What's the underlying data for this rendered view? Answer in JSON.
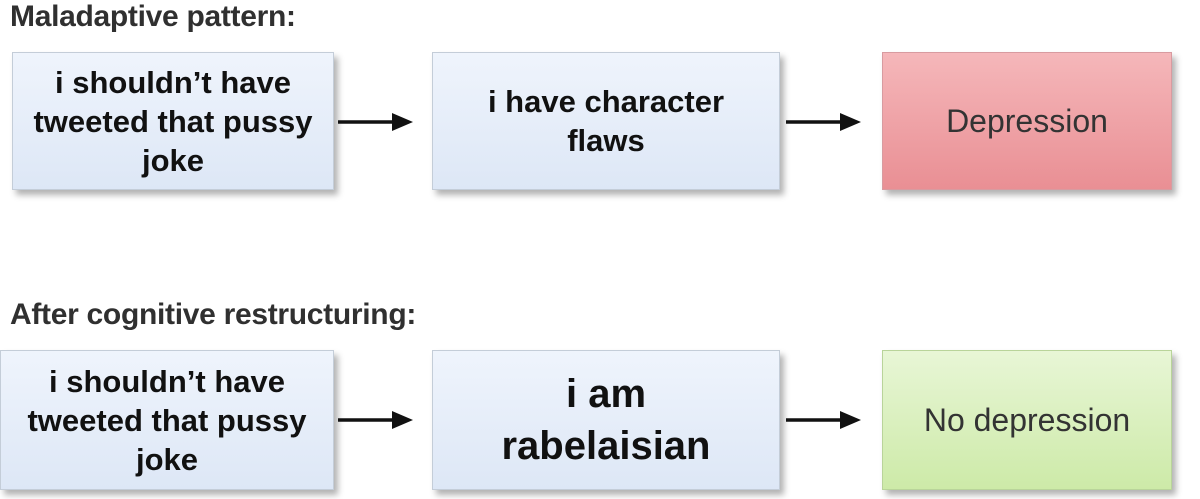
{
  "rows": [
    {
      "heading": "Maladaptive pattern:",
      "trigger": "i shouldn’t have tweeted that pussy joke",
      "belief": "i have character flaws",
      "outcome": "Depression"
    },
    {
      "heading": "After cognitive restructuring:",
      "trigger": "i shouldn’t have tweeted that pussy joke",
      "belief": "i am rabelaisian",
      "outcome": "No depression"
    }
  ],
  "colors": {
    "box_blue": "#e5edf9",
    "outcome_red": "#eea1a5",
    "outcome_green": "#d9efbd",
    "arrow": "#111111",
    "heading_text": "#303030"
  }
}
